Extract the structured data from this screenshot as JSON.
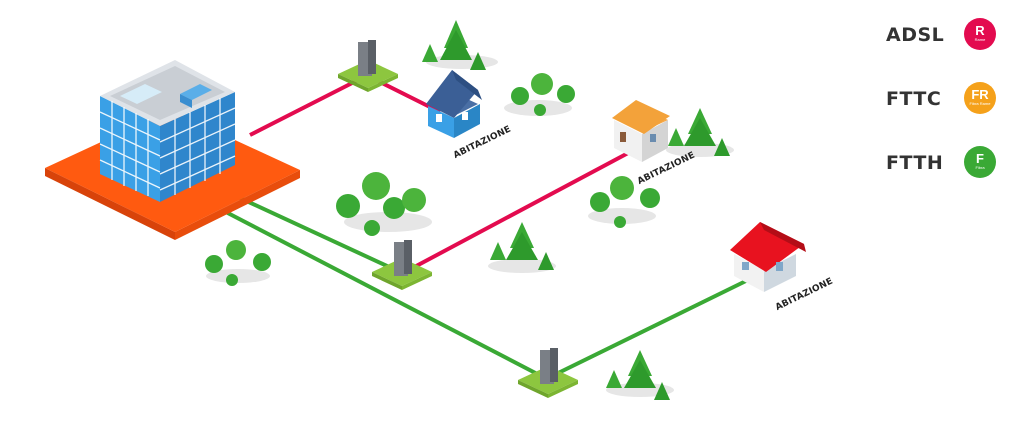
{
  "legend": [
    {
      "label": "ADSL",
      "badge": "R",
      "badge_sub": "Rame",
      "color": "#e30b4f"
    },
    {
      "label": "FTTC",
      "badge": "FR",
      "badge_sub": "Fibra Rame",
      "color": "#f5a11a"
    },
    {
      "label": "FTTH",
      "badge": "F",
      "badge_sub": "Fibra",
      "color": "#3aa935"
    }
  ],
  "houses": [
    {
      "label": "ABITAZIONE"
    },
    {
      "label": "ABITAZIONE"
    },
    {
      "label": "ABITAZIONE"
    }
  ],
  "colors": {
    "copper_line": "#e30b4f",
    "fiber_line": "#3aa935",
    "platform": "#ff5a10",
    "building_glass": "#3aa0e6",
    "cabinet_base": "#8dc63f"
  }
}
